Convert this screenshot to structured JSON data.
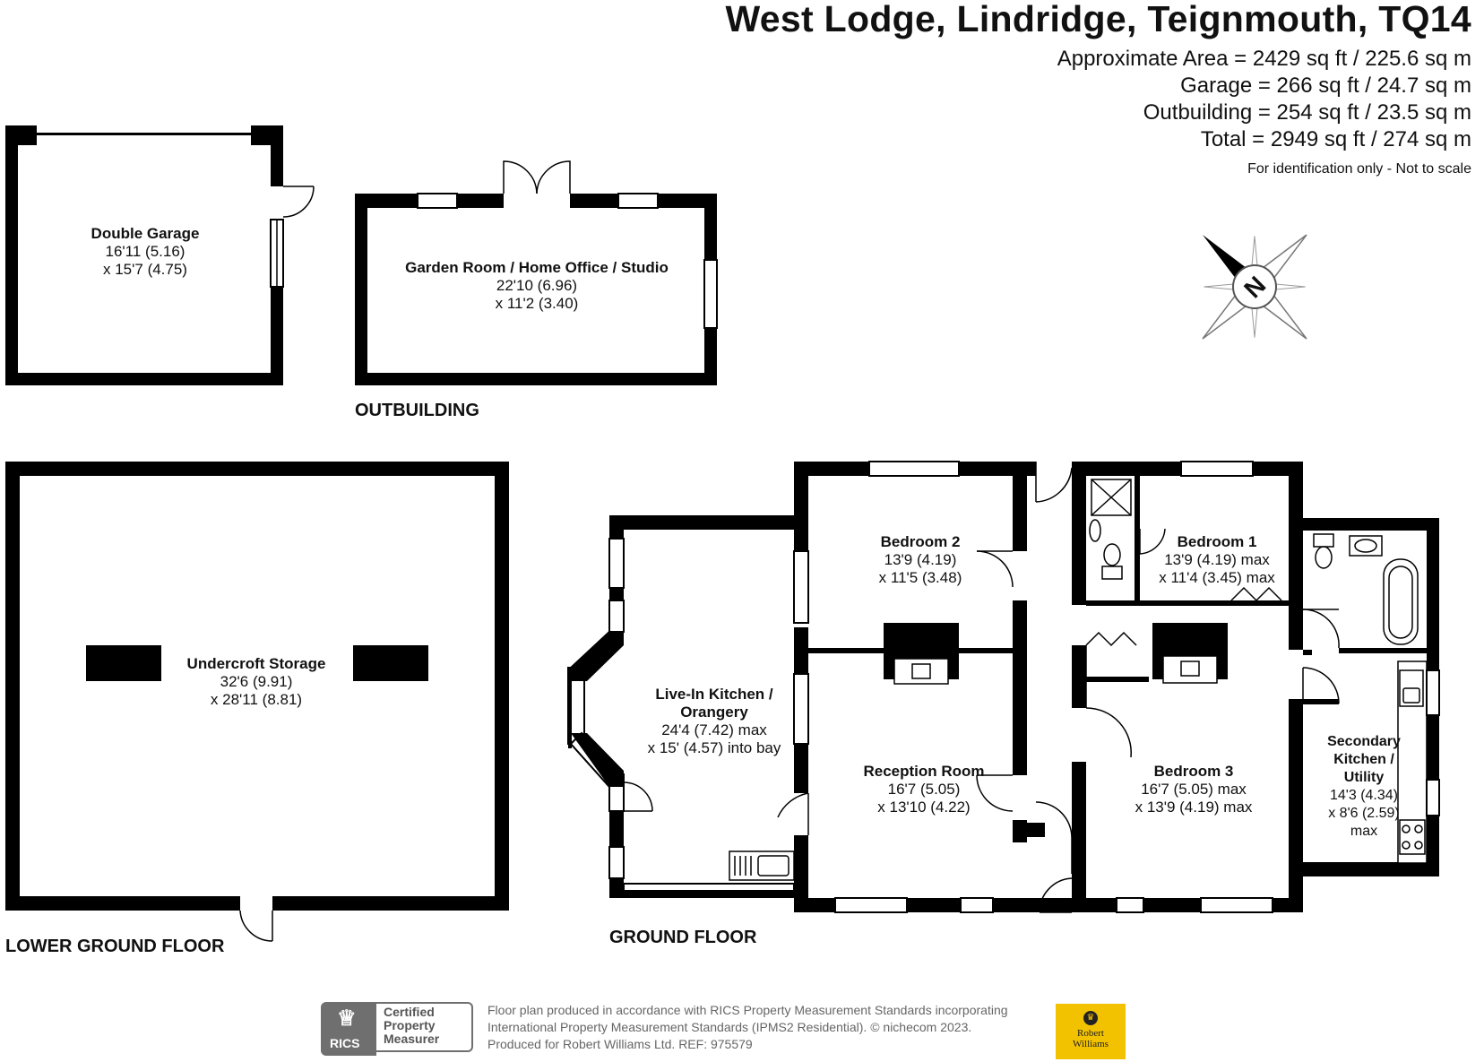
{
  "header": {
    "title": "West Lodge, Lindridge, Teignmouth, TQ14",
    "areas": [
      "Approximate Area = 2429 sq ft / 225.6 sq m",
      "Garage = 266 sq ft / 24.7 sq m",
      "Outbuilding = 254 sq ft / 23.5 sq m",
      "Total = 2949 sq ft / 274 sq m"
    ],
    "note": "For identification only - Not to scale"
  },
  "compass": {
    "letter": "N"
  },
  "floors": {
    "outbuilding": "OUTBUILDING",
    "lower": "LOWER GROUND FLOOR",
    "ground": "GROUND FLOOR"
  },
  "rooms": {
    "garage": {
      "name": "Double Garage",
      "dims": [
        "16'11 (5.16)",
        "x 15'7 (4.75)"
      ]
    },
    "garden_room": {
      "name": "Garden Room / Home Office / Studio",
      "dims": [
        "22'10 (6.96)",
        "x 11'2 (3.40)"
      ]
    },
    "undercroft": {
      "name": "Undercroft Storage",
      "dims": [
        "32'6 (9.91)",
        "x 28'11 (8.81)"
      ]
    },
    "kitchen": {
      "name": [
        "Live-In Kitchen /",
        "Orangery"
      ],
      "dims": [
        "24'4 (7.42) max",
        "x 15' (4.57) into bay"
      ]
    },
    "bedroom2": {
      "name": "Bedroom 2",
      "dims": [
        "13'9 (4.19)",
        "x 11'5 (3.48)"
      ]
    },
    "reception": {
      "name": "Reception Room",
      "dims": [
        "16'7 (5.05)",
        "x 13'10 (4.22)"
      ]
    },
    "bedroom1": {
      "name": "Bedroom 1",
      "dims": [
        "13'9 (4.19) max",
        "x 11'4 (3.45) max"
      ]
    },
    "bedroom3": {
      "name": "Bedroom 3",
      "dims": [
        "16'7 (5.05) max",
        "x 13'9 (4.19) max"
      ]
    },
    "utility": {
      "name": [
        "Secondary",
        "Kitchen /",
        "Utility"
      ],
      "dims": [
        "14'3 (4.34)",
        "x 8'6 (2.59)",
        "max"
      ]
    }
  },
  "footer": {
    "rics": "RICS",
    "certified": [
      "Certified",
      "Property",
      "Measurer"
    ],
    "legal": [
      "Floor plan produced in accordance with RICS Property Measurement Standards incorporating",
      "International Property Measurement Standards (IPMS2 Residential).  © nichecom 2023.",
      "Produced for Robert Williams Ltd.   REF: 975579"
    ],
    "agent": [
      "Robert",
      "Williams"
    ]
  }
}
